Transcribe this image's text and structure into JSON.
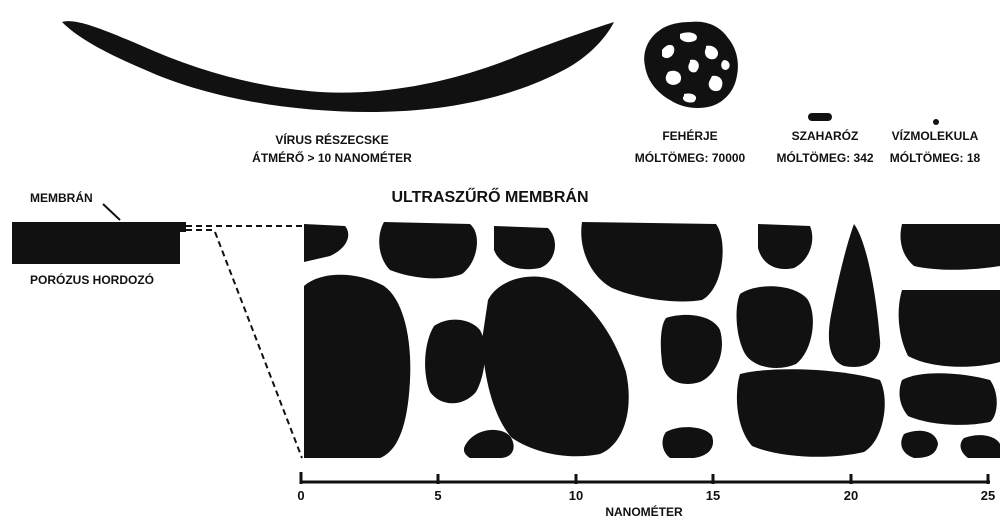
{
  "particles": {
    "virus": {
      "line1": "VÍRUS RÉSZECSKE",
      "line2": "ÁTMÉRŐ > 10 NANOMÉTER"
    },
    "protein": {
      "line1": "FEHÉRJE",
      "line2": "MÓLTÖMEG: 70000"
    },
    "sucrose": {
      "line1": "SZAHARÓZ",
      "line2": "MÓLTÖMEG: 342"
    },
    "water": {
      "line1": "VÍZMOLEKULA",
      "line2": "MÓLTÖMEG: 18"
    }
  },
  "membrane_detail": {
    "title": "ULTRASZŰRŐ MEMBRÁN",
    "membrane_label": "MEMBRÁN",
    "support_label": "PORÓZUS HORDOZÓ"
  },
  "scale": {
    "axis_label": "NANOMÉTER",
    "ticks": [
      "0",
      "5",
      "10",
      "15",
      "20",
      "25"
    ]
  },
  "colors": {
    "ink": "#111111",
    "background": "#ffffff"
  }
}
